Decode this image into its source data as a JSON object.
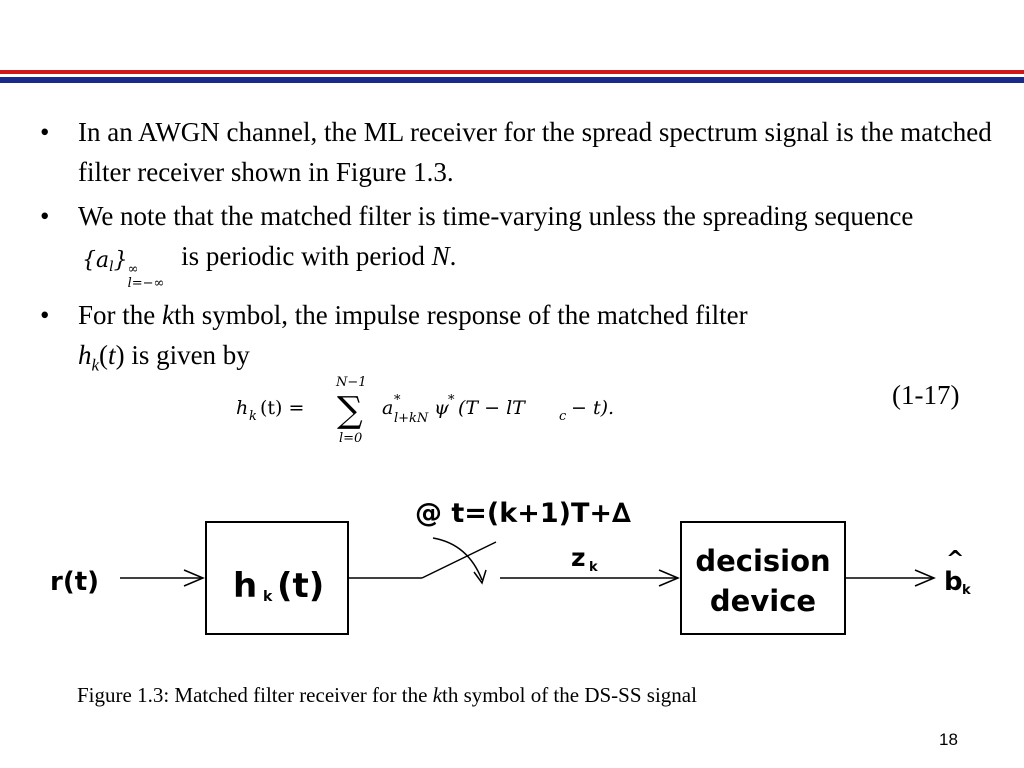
{
  "colors": {
    "rule_red": "#cc1a1a",
    "rule_blue": "#1a2a8a"
  },
  "bullets": [
    {
      "text": "In an AWGN channel, the ML receiver for the spread spectrum signal is the matched filter receiver shown in Figure 1.3."
    },
    {
      "before": "We note that the matched filter is time-varying unless the spreading sequence",
      "seq_base": "{a",
      "seq_sub": "l",
      "seq_close": "}",
      "seq_sup": "∞",
      "seq_low": "l=−∞",
      "after": "is periodic with period",
      "period_var": "N",
      "end": "."
    },
    {
      "before": "For the",
      "k_var": "k",
      "mid": "th symbol, the impulse response of the matched filter",
      "h_var": "h",
      "h_sub": "k",
      "paren_open": "(",
      "t_var": "t",
      "paren_close": ")",
      "after": "is given by"
    }
  ],
  "equation": {
    "lhs": "h",
    "lhs_sub": "k",
    "lhs_arg": "(t) =",
    "sum_top": "N−1",
    "sum_symbol": "∑",
    "sum_bottom": "l=0",
    "term_a": "a",
    "term_a_sup": "*",
    "term_a_sub": "l+kN",
    "term_psi": "ψ",
    "term_psi_sup": "*",
    "term_rest_a": "(T − lT",
    "term_rest_sub": "c",
    "term_rest_b": "− t).",
    "number": "(1-17)"
  },
  "diagram": {
    "input_label": "r(t)",
    "filter_h": "h",
    "filter_sub": "k",
    "filter_arg": "(t)",
    "sample_label": "@ t=(k+1)T+∆",
    "z_label": "z",
    "z_sub": "k",
    "decision_line1": "decision",
    "decision_line2": "device",
    "out_hat": "^",
    "out_label": "b",
    "out_sub": "k"
  },
  "caption": {
    "before": "Figure 1.3: Matched filter receiver for the",
    "k_var": "k",
    "after": "th symbol of the DS-SS signal"
  },
  "page_number": "18"
}
